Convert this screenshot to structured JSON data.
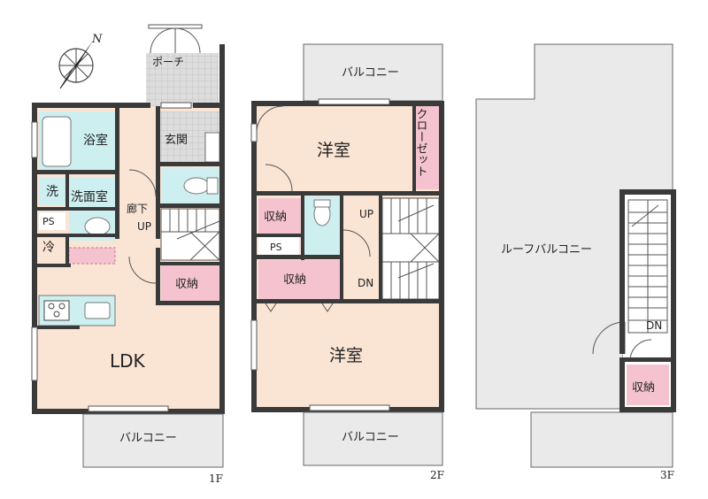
{
  "compass": {
    "north": "N"
  },
  "colors": {
    "room": "#fae4d4",
    "wet": "#cdeff0",
    "storage": "#f4c3cf",
    "balcony": "#eaeaea",
    "tile": "#d8d8d8",
    "wall": "#3a3a3a"
  },
  "floor1": {
    "label": "1F",
    "porch": "ポーチ",
    "bathroom": "浴室",
    "entrance": "玄関",
    "washer": "洗",
    "washroom": "洗面室",
    "hallway": "廊下",
    "stairs_up": "UP",
    "ps": "PS",
    "fridge": "冷",
    "storage": "収納",
    "ldk": "LDK",
    "balcony": "バルコニー"
  },
  "floor2": {
    "label": "2F",
    "balcony_top": "バルコニー",
    "bedroom_top": "洋室",
    "closet": "クローゼット",
    "storage_a": "収納",
    "ps": "PS",
    "storage_b": "収納",
    "stairs_up": "UP",
    "stairs_down": "DN",
    "bedroom_bottom": "洋室",
    "balcony_bottom": "バルコニー"
  },
  "floor3": {
    "label": "3F",
    "roof_balcony": "ルーフバルコニー",
    "stairs_down": "DN",
    "storage": "収納"
  }
}
